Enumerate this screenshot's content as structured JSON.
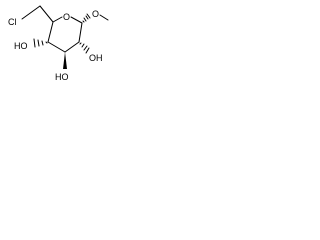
{
  "molecule": {
    "atoms": {
      "ring_oxygen": "O",
      "chloro": "Cl",
      "hydroxyl_4": "HO",
      "hydroxyl_3": "HO",
      "hydroxyl_2": "OH"
    }
  }
}
